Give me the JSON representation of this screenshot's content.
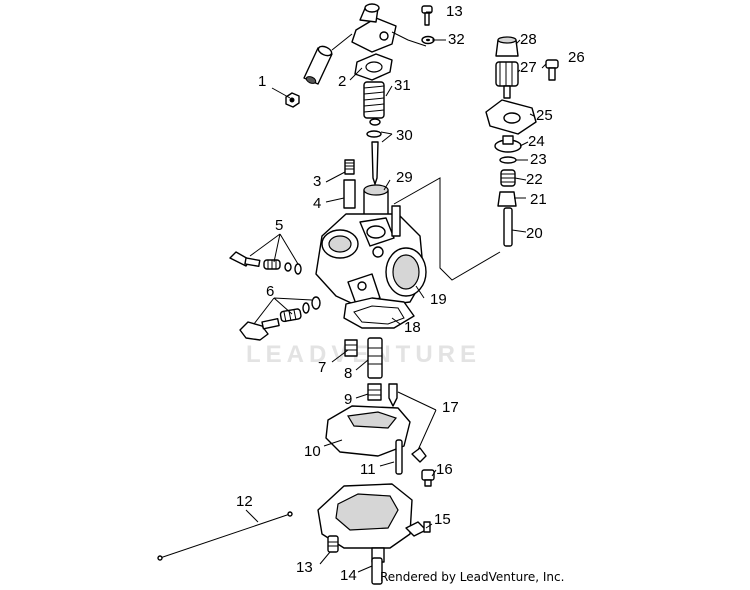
{
  "diagram": {
    "watermark": "LEADVENTURE",
    "credit": "Rendered by LeadVenture, Inc.",
    "callouts": [
      "1",
      "2",
      "3",
      "4",
      "5",
      "6",
      "7",
      "8",
      "9",
      "10",
      "11",
      "12",
      "13",
      "13",
      "14",
      "15",
      "16",
      "17",
      "18",
      "19",
      "20",
      "21",
      "22",
      "23",
      "24",
      "25",
      "26",
      "27",
      "28",
      "29",
      "30",
      "31",
      "32"
    ]
  }
}
